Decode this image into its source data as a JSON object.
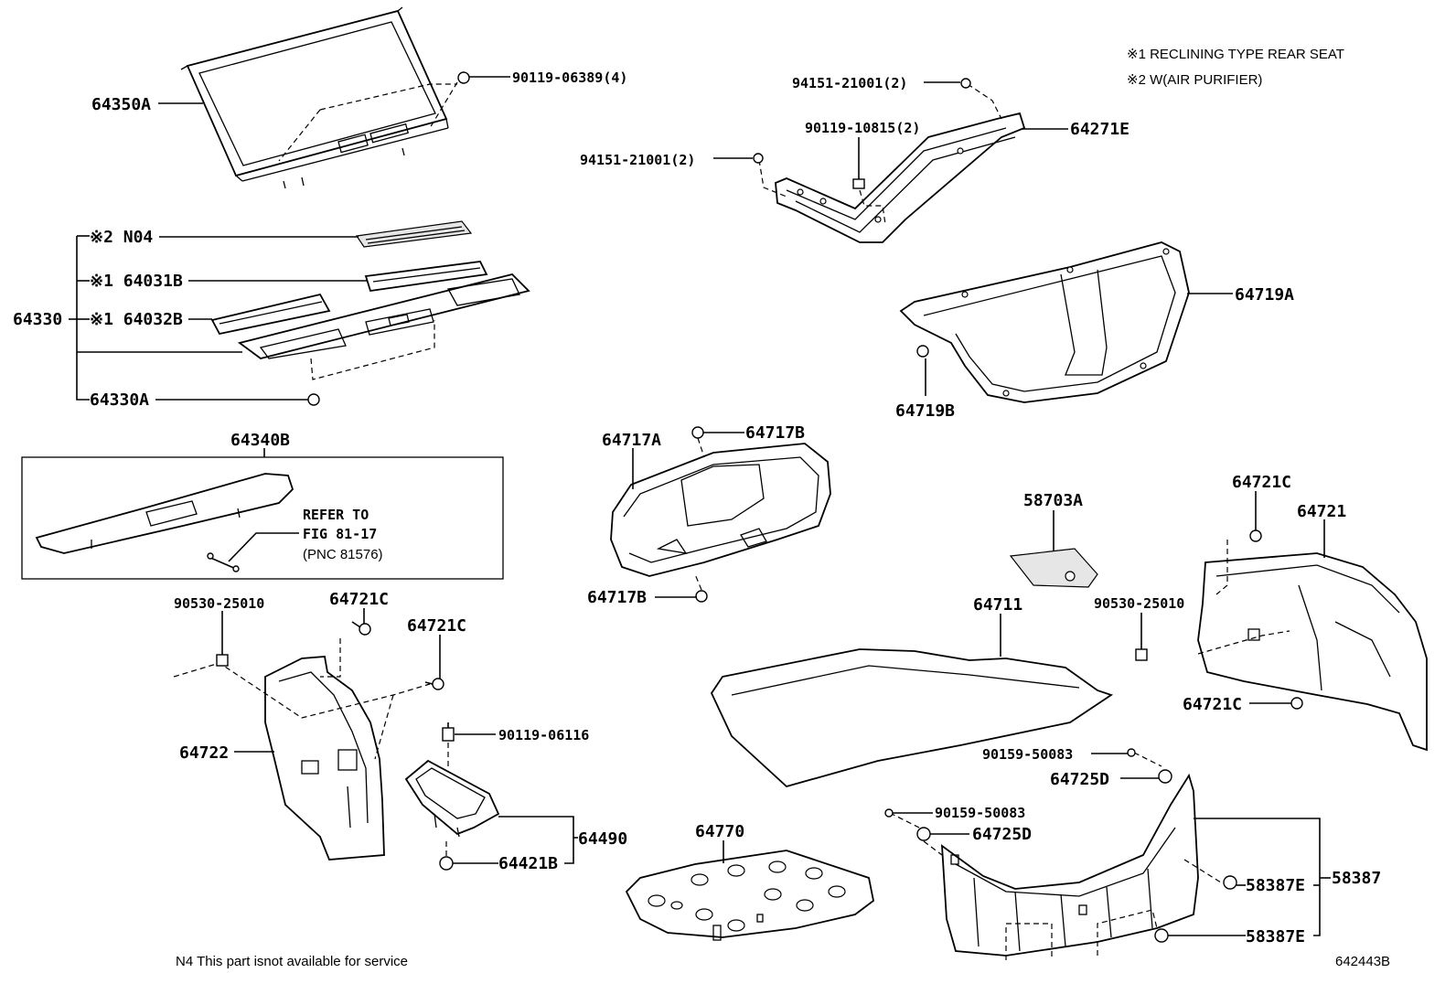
{
  "notes": {
    "note1": "※1 RECLINING TYPE REAR SEAT",
    "note2": "※2  W(AIR PURIFIER)",
    "footer": "N4 This part isnot available for service",
    "figure_id": "642443B"
  },
  "labels": {
    "p64350A": "64350A",
    "p90119_06389": "90119-06389(4)",
    "p94151_21001_a": "94151-21001(2)",
    "p90119_10815": "90119-10815(2)",
    "p64271E": "64271E",
    "p94151_21001_b": "94151-21001(2)",
    "pN04": "※2 N04",
    "p64031B": "※1 64031B",
    "p64330": "64330",
    "p64032B": "※1 64032B",
    "p64330A": "64330A",
    "p64719A": "64719A",
    "p64719B": "64719B",
    "p64340B": "64340B",
    "refer1": "REFER TO",
    "refer2": "FIG 81-17",
    "refer3": "(PNC 81576)",
    "p64717A": "64717A",
    "p64717B_top": "64717B",
    "p64717B_bot": "64717B",
    "p58703A": "58703A",
    "p64721C_r1": "64721C",
    "p64721": "64721",
    "p90530_25010_l": "90530-25010",
    "p64721C_l1": "64721C",
    "p64721C_l2": "64721C",
    "p64711": "64711",
    "p90530_25010_r": "90530-25010",
    "p64722": "64722",
    "p90119_06116": "90119-06116",
    "p64721C_r2": "64721C",
    "p90159_50083_a": "90159-50083",
    "p64725D_a": "64725D",
    "p64490": "64490",
    "p64421B": "64421B",
    "p64770": "64770",
    "p90159_50083_b": "90159-50083",
    "p64725D_b": "64725D",
    "p58387E_a": "58387E",
    "p58387": "58387",
    "p58387E_b": "58387E"
  }
}
